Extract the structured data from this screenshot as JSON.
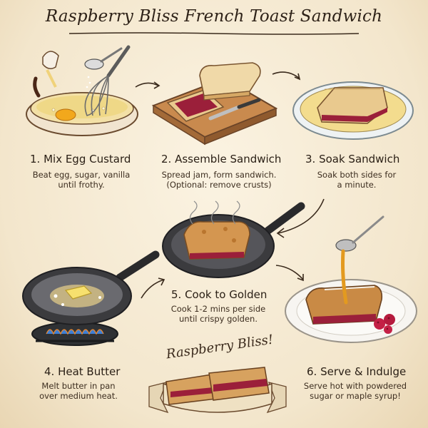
{
  "title": "Raspberry Bliss French Toast Sandwich",
  "steps": [
    {
      "title": "1. Mix Egg Custard",
      "desc": [
        "Beat egg, sugar, vanilla",
        "until frothy."
      ]
    },
    {
      "title": "2. Assemble Sandwich",
      "desc": [
        "Spread jam, form sandwich.",
        "(Optional: remove crusts)"
      ]
    },
    {
      "title": "3. Soak Sandwich",
      "desc": [
        "Soak both sides for",
        "a minute."
      ]
    },
    {
      "title": "4. Heat Butter",
      "desc": [
        "Melt butter in pan",
        "over medium heat."
      ]
    },
    {
      "title": "5. Cook to Golden",
      "desc": [
        "Cook 1-2 mins per side",
        "until crispy golden."
      ]
    },
    {
      "title": "6. Serve & Indulge",
      "desc": [
        "Serve hot with powdered",
        "sugar or maple syrup!"
      ]
    }
  ],
  "banner": "Raspberry Bliss!",
  "colors": {
    "ink": "#3a2a1c",
    "paper": "#f6ecd7",
    "jam": "#9b1f3a",
    "toast": "#d8a15a",
    "pan": "#3b3b3e"
  },
  "icons": [
    "egg-bowl-icon",
    "whisk-icon",
    "cutting-board-icon",
    "glass-dish-icon",
    "skillet-icon",
    "burner-icon",
    "plate-icon",
    "syrup-spoon-icon",
    "raspberry-icon"
  ]
}
